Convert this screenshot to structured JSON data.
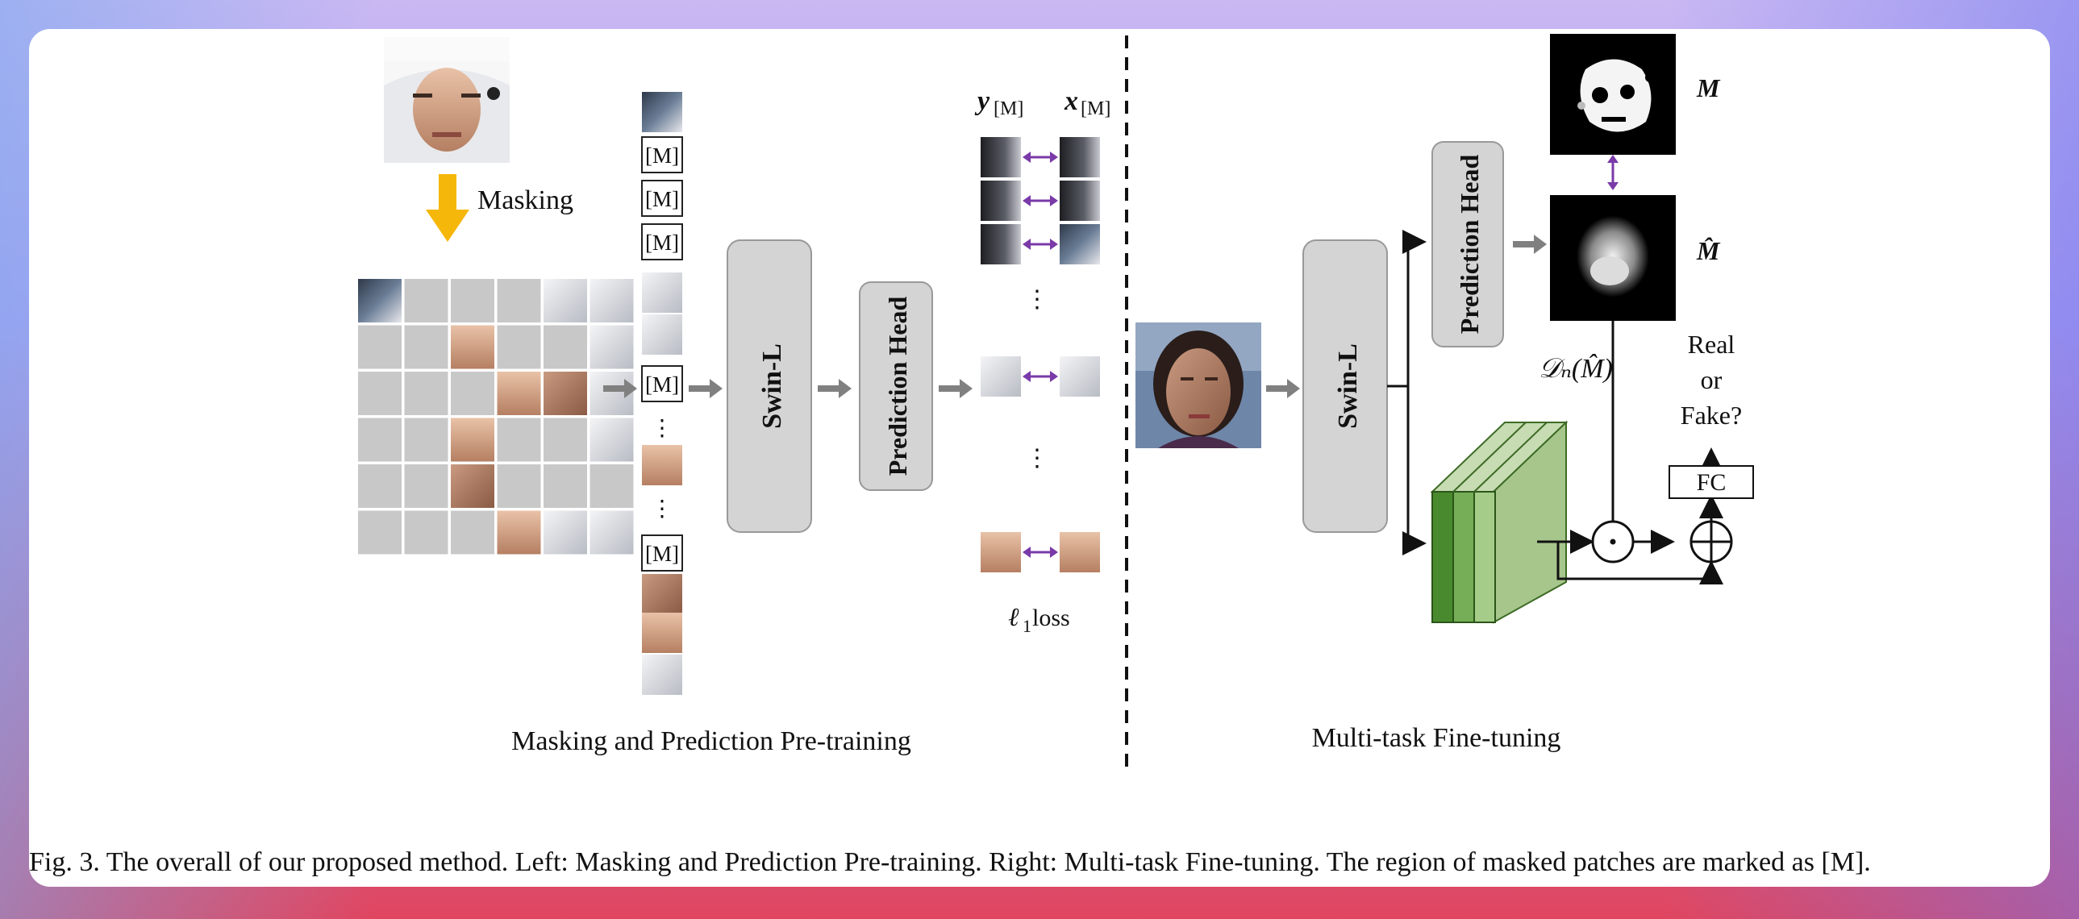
{
  "diagram": {
    "masking_label": "Masking",
    "mask_token": "[M]",
    "ellipsis": "⋮",
    "swin_label": "Swin-L",
    "prediction_head_label": "Prediction Head",
    "y_label_main": "y",
    "y_label_sub": "[M]",
    "x_label_main": "x",
    "x_label_sub": "[M]",
    "loss_label_symbol": "ℓ",
    "loss_label_sub": "1",
    "loss_label_text": " loss",
    "left_section_title": "Masking and Prediction Pre-training",
    "right_section_title": "Multi-task Fine-tuning",
    "mask_gt_label": "M",
    "mask_pred_label": "M̂",
    "dn_label": "𝒟ₙ(M̂)",
    "real_fake_line1": "Real",
    "real_fake_line2": "or",
    "real_fake_line3": "Fake?",
    "fc_label": "FC"
  },
  "caption": {
    "text": "Fig. 3.  The overall of our proposed method. Left: Masking and Prediction Pre-training. Right: Multi-task Fine-tuning. The region of masked patches are marked as [M]."
  }
}
